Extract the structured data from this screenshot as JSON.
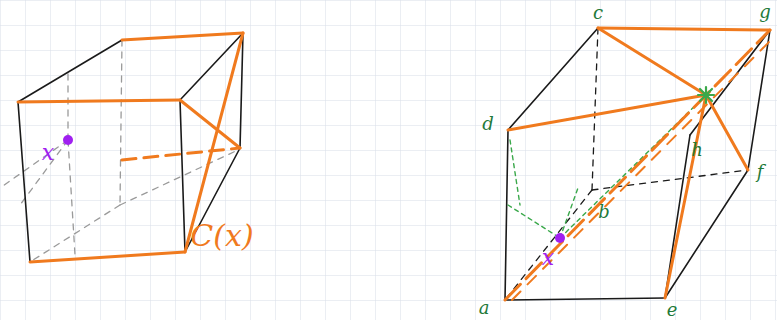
{
  "diagram": {
    "labels": [
      "x",
      "C(x)",
      "c",
      "g",
      "d",
      "h",
      "b",
      "f",
      "a",
      "e",
      "x"
    ]
  }
}
